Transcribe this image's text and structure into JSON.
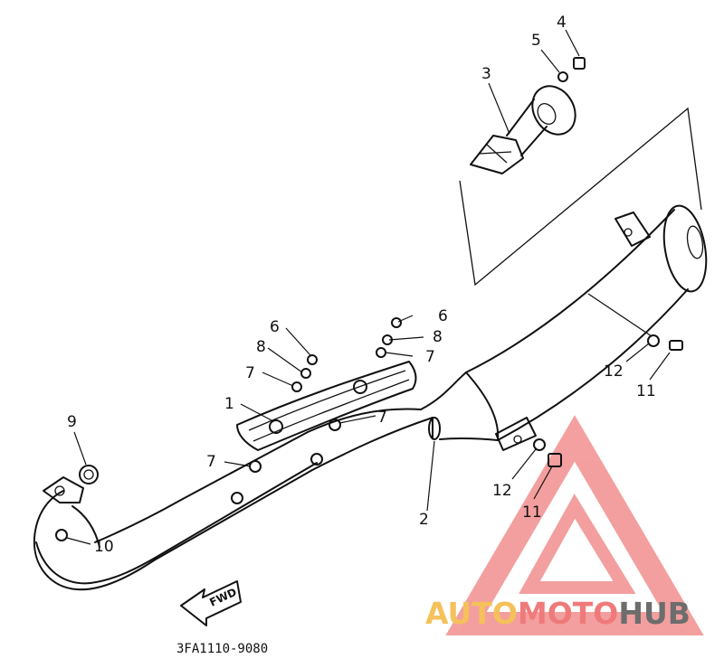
{
  "diagram": {
    "part_code": "3FA1110-9080",
    "fwd_label": "FWD",
    "callouts": {
      "c1": "1",
      "c2": "2",
      "c3": "3",
      "c4": "4",
      "c5": "5",
      "c6a": "6",
      "c6b": "6",
      "c7a": "7",
      "c7b": "7",
      "c7c": "7",
      "c7d": "7",
      "c8a": "8",
      "c8b": "8",
      "c9": "9",
      "c10": "10",
      "c11a": "11",
      "c11b": "11",
      "c12a": "12",
      "c12b": "12"
    }
  },
  "watermark": {
    "part1": "AUTO",
    "part2": "MOTO",
    "part3": "HUB",
    "colors": {
      "auto": "#f5c15a",
      "moto": "#ef7a7a",
      "hub": "#6d6d6d"
    }
  }
}
